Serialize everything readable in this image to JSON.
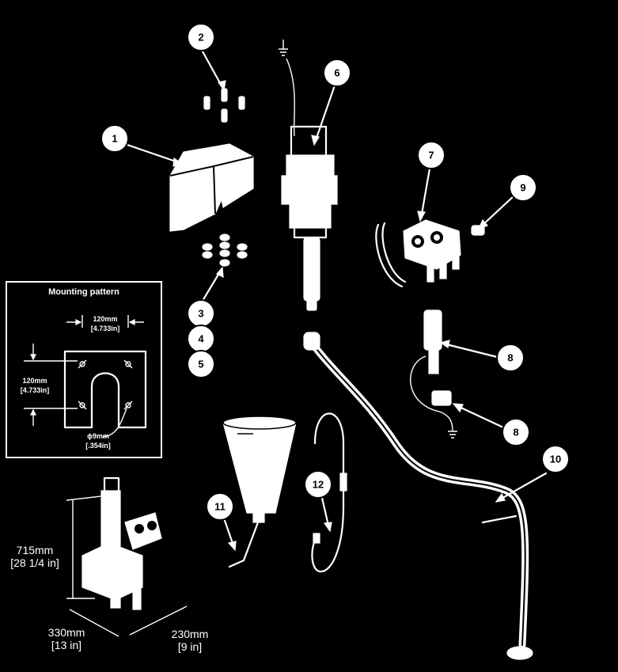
{
  "callouts": {
    "c1": "1",
    "c2": "2",
    "c3": "3",
    "c4": "4",
    "c5": "5",
    "c6": "6",
    "c7": "7",
    "c8a": "8",
    "c8b": "8",
    "c9": "9",
    "c10": "10",
    "c11": "11",
    "c12": "12"
  },
  "mounting_pattern": {
    "title": "Mounting pattern",
    "horiz_dim": "120mm",
    "horiz_dim_in": "[4.733in]",
    "vert_dim": "120mm",
    "vert_dim_in": "[4.733in]",
    "hole_dim": "ϕ9mm",
    "hole_dim_in": "[.354in]"
  },
  "dimensions": {
    "height": "715mm",
    "height_in": "[28 1/4 in]",
    "depth": "330mm",
    "depth_in": "[13 in]",
    "width": "230mm",
    "width_in": "[9 in]"
  },
  "colors": {
    "background": "#000000",
    "line": "#ffffff"
  }
}
